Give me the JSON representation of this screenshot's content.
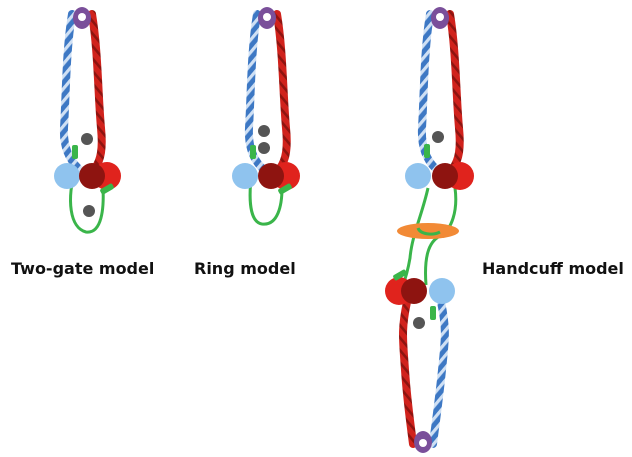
{
  "models": [
    {
      "caption": "Two-gate model"
    },
    {
      "caption": "Ring model"
    },
    {
      "caption": "Handcuff model"
    }
  ],
  "colors": {
    "blue_strand": "#3d78c4",
    "blue_strand_light": "#cfe0f4",
    "red_strand": "#d0221c",
    "red_strand_dark": "#8e1410",
    "blue_head": "#8fc3ee",
    "red_head": "#e0231d",
    "linker_green": "#3ab54a",
    "dna_dot": "#555555",
    "bridge_orange": "#f28a36"
  },
  "icons": [
    "cohesin-complex-icon",
    "dna-dot-icon",
    "bridging-protein-icon"
  ]
}
